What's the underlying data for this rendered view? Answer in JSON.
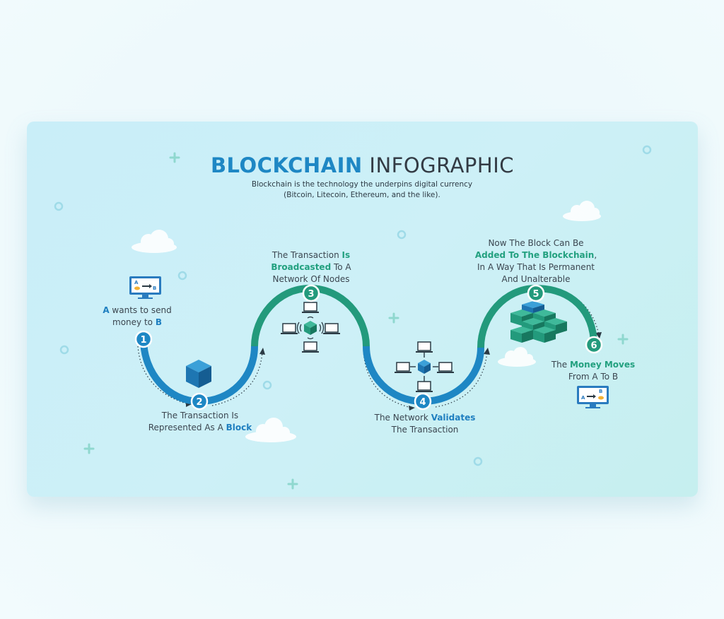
{
  "title": {
    "strong": "BLOCKCHAIN",
    "rest": "INFOGRAPHIC"
  },
  "subtitle": {
    "line1": "Blockchain is the technology the underpins digital currency",
    "line2": "(Bitcoin, Litecoin, Ethereum, and the like)."
  },
  "colors": {
    "blue": "#1e87c4",
    "green": "#239a7c",
    "dark": "#333b44"
  },
  "steps": [
    {
      "number": "1",
      "lines": [
        [
          "A",
          " wants to send"
        ],
        [
          "money to ",
          "B"
        ]
      ],
      "icon": "computer-a-to-b-icon"
    },
    {
      "number": "2",
      "lines": [
        [
          "The Transaction Is"
        ],
        [
          "Represented As A ",
          "Block"
        ]
      ],
      "icon": "block-cube-icon"
    },
    {
      "number": "3",
      "lines": [
        [
          "The Transaction ",
          "Is"
        ],
        [
          "Broadcasted",
          " To A"
        ],
        [
          "Network Of Nodes"
        ]
      ],
      "icon": "broadcast-network-icon"
    },
    {
      "number": "4",
      "lines": [
        [
          "The Network ",
          "Validates"
        ],
        [
          "The Transaction"
        ]
      ],
      "icon": "node-network-icon"
    },
    {
      "number": "5",
      "lines": [
        [
          "Now The Block Can Be"
        ],
        [
          "Added To The Blockchain",
          ","
        ],
        [
          "In A Way That Is Permanent"
        ],
        [
          "And Unalterable"
        ]
      ],
      "icon": "blockchain-cubes-icon"
    },
    {
      "number": "6",
      "lines": [
        [
          "The ",
          "Money Moves"
        ],
        [
          "From A To B"
        ]
      ],
      "icon": "computer-a-to-b-icon"
    }
  ],
  "icon_text": {
    "a": "A",
    "b": "B"
  }
}
